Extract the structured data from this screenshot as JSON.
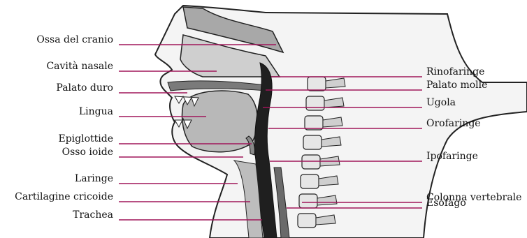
{
  "colors": {
    "leader": "#a0165a",
    "tissue_light": "#d9d9d9",
    "tissue_mid": "#9a9a9a",
    "tissue_dark": "#2a2a2a",
    "bone": "#f2f2f2"
  },
  "labels_left": [
    {
      "id": "ossa-del-cranio",
      "text": "Ossa del cranio"
    },
    {
      "id": "cavita-nasale",
      "text": "Cavità nasale"
    },
    {
      "id": "palato-duro",
      "text": "Palato duro"
    },
    {
      "id": "lingua",
      "text": "Lingua"
    },
    {
      "id": "epiglottide",
      "text": "Epiglottide"
    },
    {
      "id": "osso-ioide",
      "text": "Osso ioide"
    },
    {
      "id": "laringe",
      "text": "Laringe"
    },
    {
      "id": "cartilagine-cricoide",
      "text": "Cartilagine cricoide"
    },
    {
      "id": "trachea",
      "text": "Trachea"
    }
  ],
  "labels_right": [
    {
      "id": "rinofaringe",
      "text": "Rinofaringe"
    },
    {
      "id": "palato-molle",
      "text": "Palato molle"
    },
    {
      "id": "ugola",
      "text": "Ugola"
    },
    {
      "id": "orofaringe",
      "text": "Orofaringe"
    },
    {
      "id": "ipofaringe",
      "text": "Ipofaringe"
    },
    {
      "id": "colonna-vertebrale",
      "text": "Colonna vertebrale"
    },
    {
      "id": "esofago",
      "text": "Esofago"
    }
  ]
}
